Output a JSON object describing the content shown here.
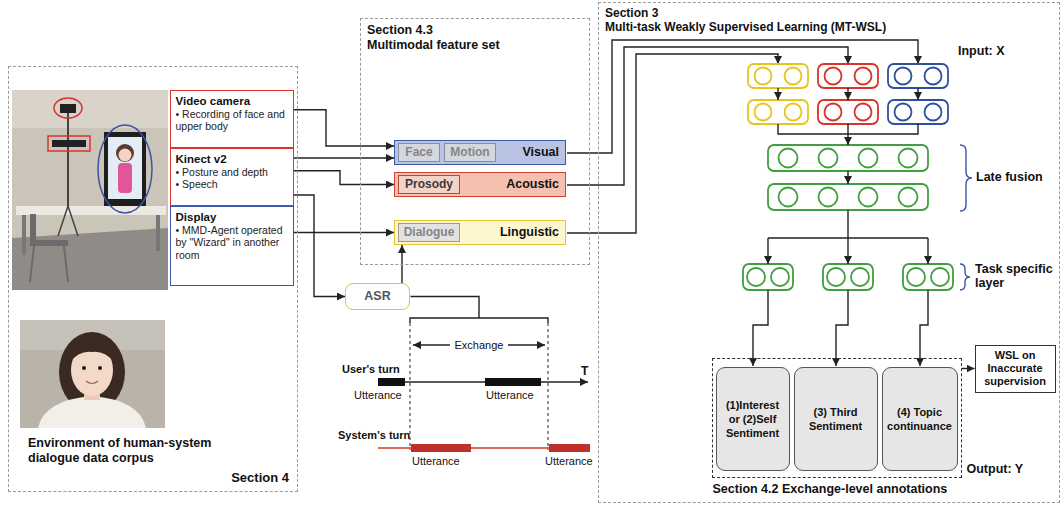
{
  "diagram": {
    "nodes": [
      {
        "text": [
          "Section 4"
        ]
      },
      {
        "text": [
          "Video camera",
          "• Recording of face and upper body"
        ],
        "in": 0
      },
      {
        "text": [
          "Kinect v2",
          "• Posture and depth",
          "• Speech"
        ],
        "in": 0
      },
      {
        "text": [
          "Display",
          "• MMD-Agent operated by \"Wizard\" in another room"
        ],
        "in": 0
      },
      {
        "text": [
          "Section 4.3",
          "Multimodal feature set"
        ]
      },
      {
        "text": [
          "Visual"
        ],
        "in": 4
      },
      {
        "text": [
          "Face"
        ],
        "in": 5
      },
      {
        "text": [
          "Motion"
        ],
        "in": 5
      },
      {
        "text": [
          "Acoustic"
        ],
        "in": 4
      },
      {
        "text": [
          "Prosody"
        ],
        "in": 8
      },
      {
        "text": [
          "Linguistic"
        ],
        "in": 4
      },
      {
        "text": [
          "Dialogue"
        ],
        "in": 10
      },
      {
        "text": [
          "ASR"
        ]
      },
      {
        "text": [
          "Section 3",
          "Multi-task Weakly Supervised Learning (MT-WSL)"
        ]
      },
      {
        "text": [
          "Output: Y",
          "Section 4.2 Exchange-level annotations"
        ],
        "in": 13
      },
      {
        "text": [
          "(1)Interest or (2)Self Sentiment"
        ],
        "in": 14
      },
      {
        "text": [
          "(3) Third Sentiment"
        ],
        "in": 14
      },
      {
        "text": [
          "(4) Topic continuance"
        ],
        "in": 14
      },
      {
        "text": [
          "WSL on Inaccurate supervision"
        ],
        "in": 13
      }
    ],
    "edges": [
      {
        "from": 1,
        "to": 5,
        "arrow": "to"
      },
      {
        "from": 2,
        "to": 5,
        "arrow": "to"
      },
      {
        "from": 2,
        "to": 8,
        "arrow": "to"
      },
      {
        "from": 2,
        "to": 12,
        "arrow": "to"
      },
      {
        "from": 3,
        "to": 10,
        "arrow": "to"
      },
      {
        "from": 12,
        "to": 10,
        "arrow": "to"
      },
      {
        "from": 14,
        "to": 18,
        "arrow": "to"
      }
    ],
    "labels": [
      "Input: X",
      "Late fusion",
      "Task specific layer",
      "Environment of human-system dialogue data corpus",
      "Exchange",
      "User's turn",
      "Utterance",
      "Utterance",
      "System's turn",
      "Utterance",
      "Utterance",
      "T"
    ]
  }
}
